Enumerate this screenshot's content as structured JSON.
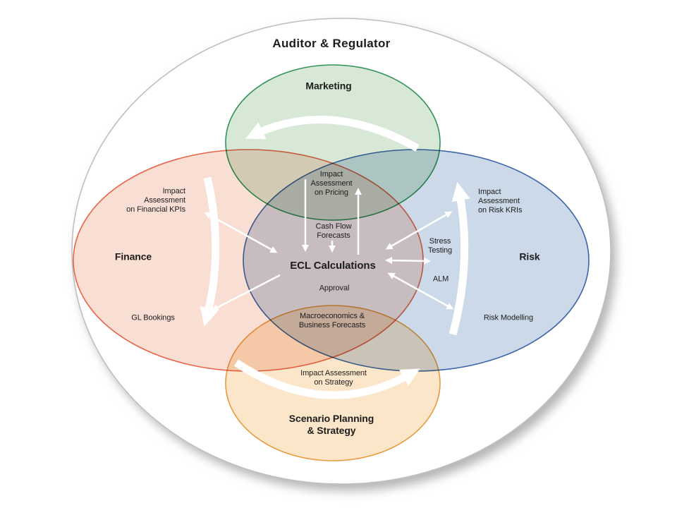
{
  "diagram": {
    "title": "Auditor & Regulator",
    "center_label": "ECL Calculations",
    "departments": {
      "marketing": "Marketing",
      "finance": "Finance",
      "risk": "Risk",
      "scenario": "Scenario Planning\n& Strategy"
    },
    "annotations": {
      "impact_pricing": "Impact\nAssessment\non Pricing",
      "cash_flow": "Cash Flow\nForecasts",
      "approval": "Approval",
      "macro_forecasts": "Macroeconomics &\nBusiness Forecasts",
      "impact_strategy": "Impact Assessment\non Strategy",
      "impact_financial_kpis": "Impact\nAssessment\non Financial KPIs",
      "gl_bookings": "GL Bookings",
      "impact_risk_kris": "Impact\nAssessment\non Risk KRIs",
      "stress_testing": "Stress\nTesting",
      "alm": "ALM",
      "risk_modelling": "Risk Modelling"
    },
    "colors": {
      "outer_fill": "#ffffff",
      "outer_stroke": "#bfbfbf",
      "marketing_fill": "#d7e8d7",
      "marketing_stroke": "#2f9355",
      "finance_fill": "#f9ded3",
      "finance_stroke": "#e8654a",
      "risk_fill": "#ccd9e8",
      "risk_stroke": "#3c64a8",
      "scenario_fill": "#fbe6ca",
      "scenario_stroke": "#ea9a3e",
      "arrow": "#ffffff",
      "text": "#1d1d1d"
    }
  }
}
